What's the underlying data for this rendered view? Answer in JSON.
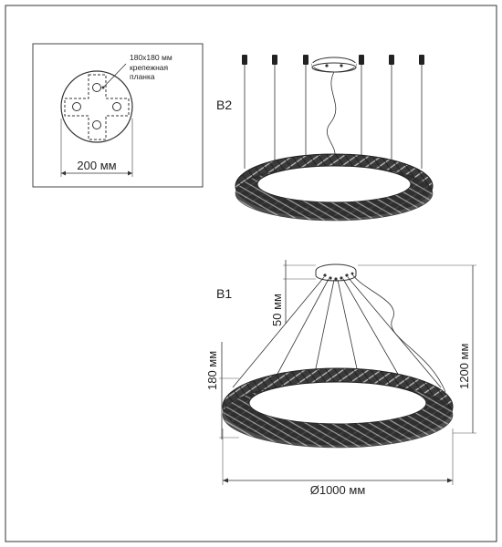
{
  "detail_panel": {
    "plate_size": "180x180 мм",
    "plate_label_line1": "крепежная",
    "plate_label_line2": "планка",
    "width": "200 мм"
  },
  "variant_top": {
    "label": "B2"
  },
  "variant_bottom": {
    "label": "B1",
    "canopy_height": "50 мм",
    "ring_height": "180 мм",
    "total_height": "1200 мм",
    "diameter": "Ø1000 мм"
  }
}
